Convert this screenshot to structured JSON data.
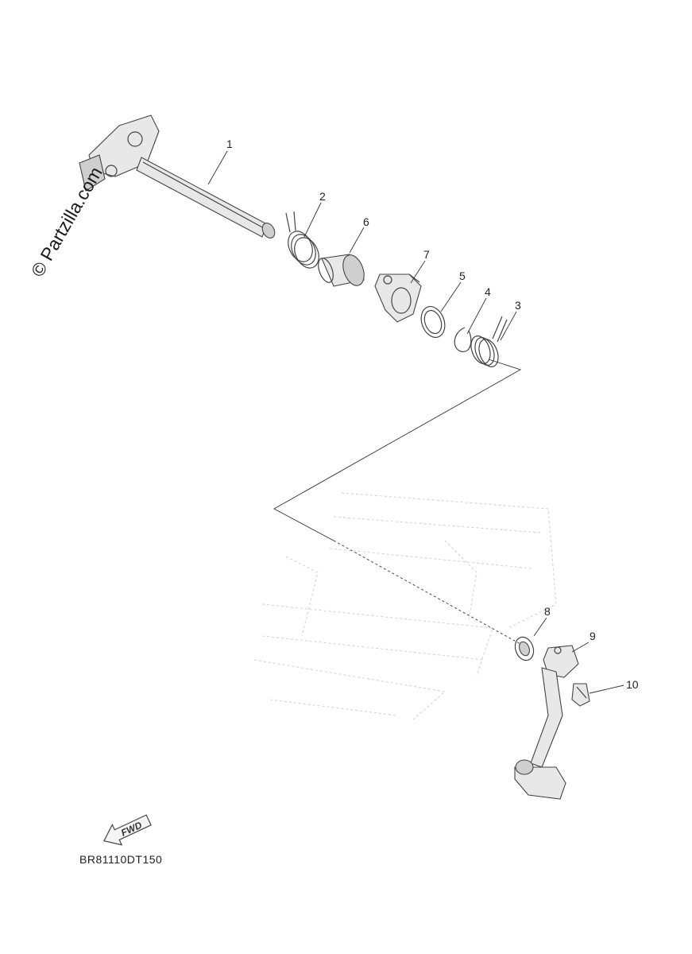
{
  "watermark": "© Partzilla.com",
  "diagram_code": "BR81110DT150",
  "fwd_label": "FWD",
  "callouts": [
    "1",
    "2",
    "3",
    "4",
    "5",
    "6",
    "7",
    "8",
    "9",
    "10"
  ]
}
